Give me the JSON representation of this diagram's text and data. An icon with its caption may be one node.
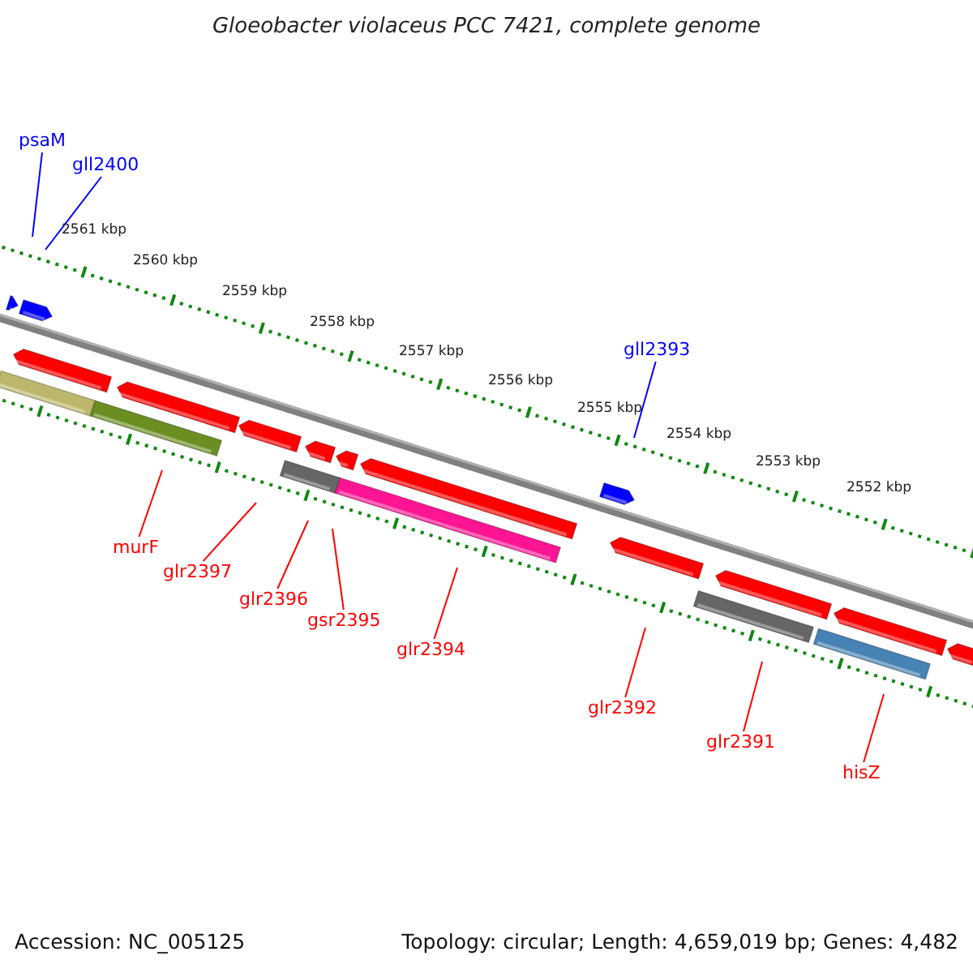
{
  "diagram": {
    "title": "Gloeobacter violaceus PCC 7421, complete genome",
    "nodes": [
      {
        "text": [
          "psaM"
        ]
      },
      {
        "text": [
          "gll2400"
        ]
      },
      {
        "text": [
          "gll2393"
        ]
      },
      {
        "text": [
          "murF"
        ]
      },
      {
        "text": [
          "glr2397"
        ]
      },
      {
        "text": [
          "glr2396"
        ]
      },
      {
        "text": [
          "gsr2395"
        ]
      },
      {
        "text": [
          "glr2394"
        ]
      },
      {
        "text": [
          "glr2392"
        ]
      },
      {
        "text": [
          "glr2391"
        ]
      },
      {
        "text": [
          "hisZ"
        ]
      }
    ],
    "edges": [
      {
        "from": 0,
        "to": null,
        "arrow": "none",
        "color": "#0000ff"
      },
      {
        "from": 1,
        "to": null,
        "arrow": "none",
        "color": "#0000ff"
      },
      {
        "from": 2,
        "to": null,
        "arrow": "none",
        "color": "#0000ff"
      },
      {
        "from": 3,
        "to": null,
        "arrow": "none"
      },
      {
        "from": 4,
        "to": null,
        "arrow": "none"
      },
      {
        "from": 5,
        "to": null,
        "arrow": "none"
      },
      {
        "from": 6,
        "to": null,
        "arrow": "none"
      },
      {
        "from": 7,
        "to": null,
        "arrow": "none"
      },
      {
        "from": 8,
        "to": null,
        "arrow": "none"
      },
      {
        "from": 9,
        "to": null,
        "arrow": "none"
      },
      {
        "from": 10,
        "to": null,
        "arrow": "none"
      }
    ],
    "labels": [
      "2561 kbp",
      "2560 kbp",
      "2559 kbp",
      "2558 kbp",
      "2557 kbp",
      "2556 kbp",
      "2555 kbp",
      "2554 kbp",
      "2553 kbp",
      "2552 kbp",
      "Accession: NC_005125",
      "Topology: circular; Length: 4,659,019 bp; Genes: 4,482"
    ]
  }
}
